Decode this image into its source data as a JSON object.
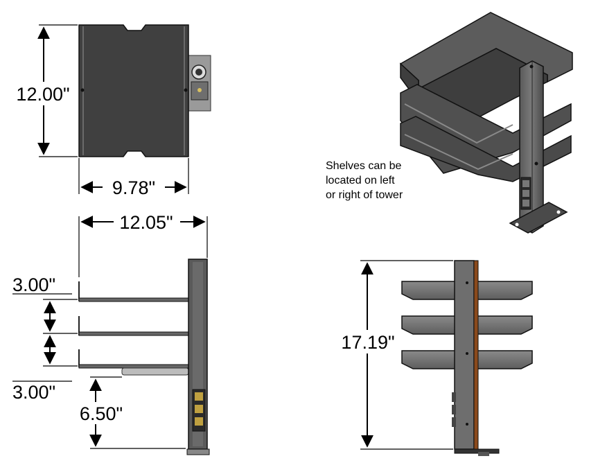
{
  "dimensions": {
    "top_height": "12.00\"",
    "top_width": "9.78\"",
    "depth": "12.05\"",
    "spacing_top": "3.00\"",
    "spacing_bottom": "3.00\"",
    "bottom_clearance": "6.50\"",
    "tower_height": "17.19\""
  },
  "note": {
    "line1": "Shelves can be",
    "line2": "located on left",
    "line3": "or right of tower"
  },
  "colors": {
    "shelf_dark": "#3a3a3a",
    "shelf_mid": "#6b6b6b",
    "shelf_light": "#8a8a8a",
    "edge": "#1a1a1a",
    "bracket": "#b0b0b0",
    "wood": "#8b4a1c"
  }
}
